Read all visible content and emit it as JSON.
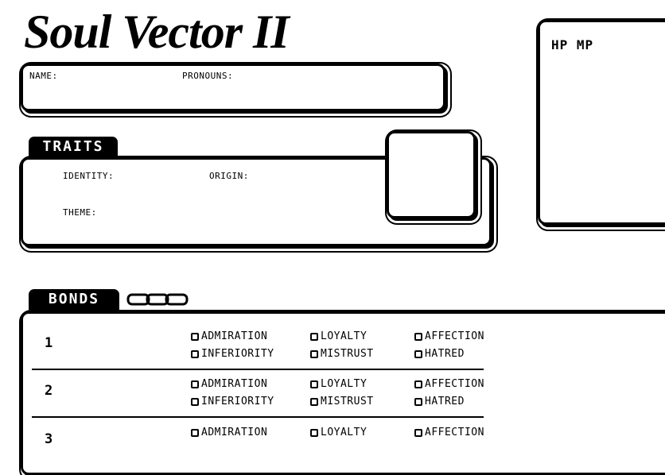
{
  "title": "Soul Vector II",
  "identity": {
    "name_label": "NAME:",
    "pronouns_label": "PRONOUNS:"
  },
  "traits": {
    "tab": "TRAITS",
    "identity_label": "IDENTITY:",
    "origin_label": "ORIGIN:",
    "theme_label": "THEME:"
  },
  "stats": {
    "label": "HP MP"
  },
  "bonds": {
    "tab": "BONDS",
    "chain_icon": "chain-icon",
    "rows": [
      {
        "number": "1",
        "options": [
          "ADMIRATION",
          "LOYALTY",
          "AFFECTION",
          "INFERIORITY",
          "MISTRUST",
          "HATRED"
        ]
      },
      {
        "number": "2",
        "options": [
          "ADMIRATION",
          "LOYALTY",
          "AFFECTION",
          "INFERIORITY",
          "MISTRUST",
          "HATRED"
        ]
      },
      {
        "number": "3",
        "options": [
          "ADMIRATION",
          "LOYALTY",
          "AFFECTION"
        ]
      }
    ]
  }
}
